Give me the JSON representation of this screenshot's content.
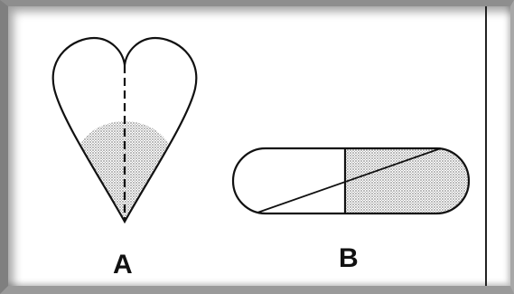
{
  "figures": [
    {
      "id": "heart",
      "label": "A"
    },
    {
      "id": "capsule",
      "label": "B"
    }
  ],
  "colors": {
    "outline": "#111111",
    "fill_dots": "#9a9a9a",
    "frame": "#8e8e8e"
  }
}
